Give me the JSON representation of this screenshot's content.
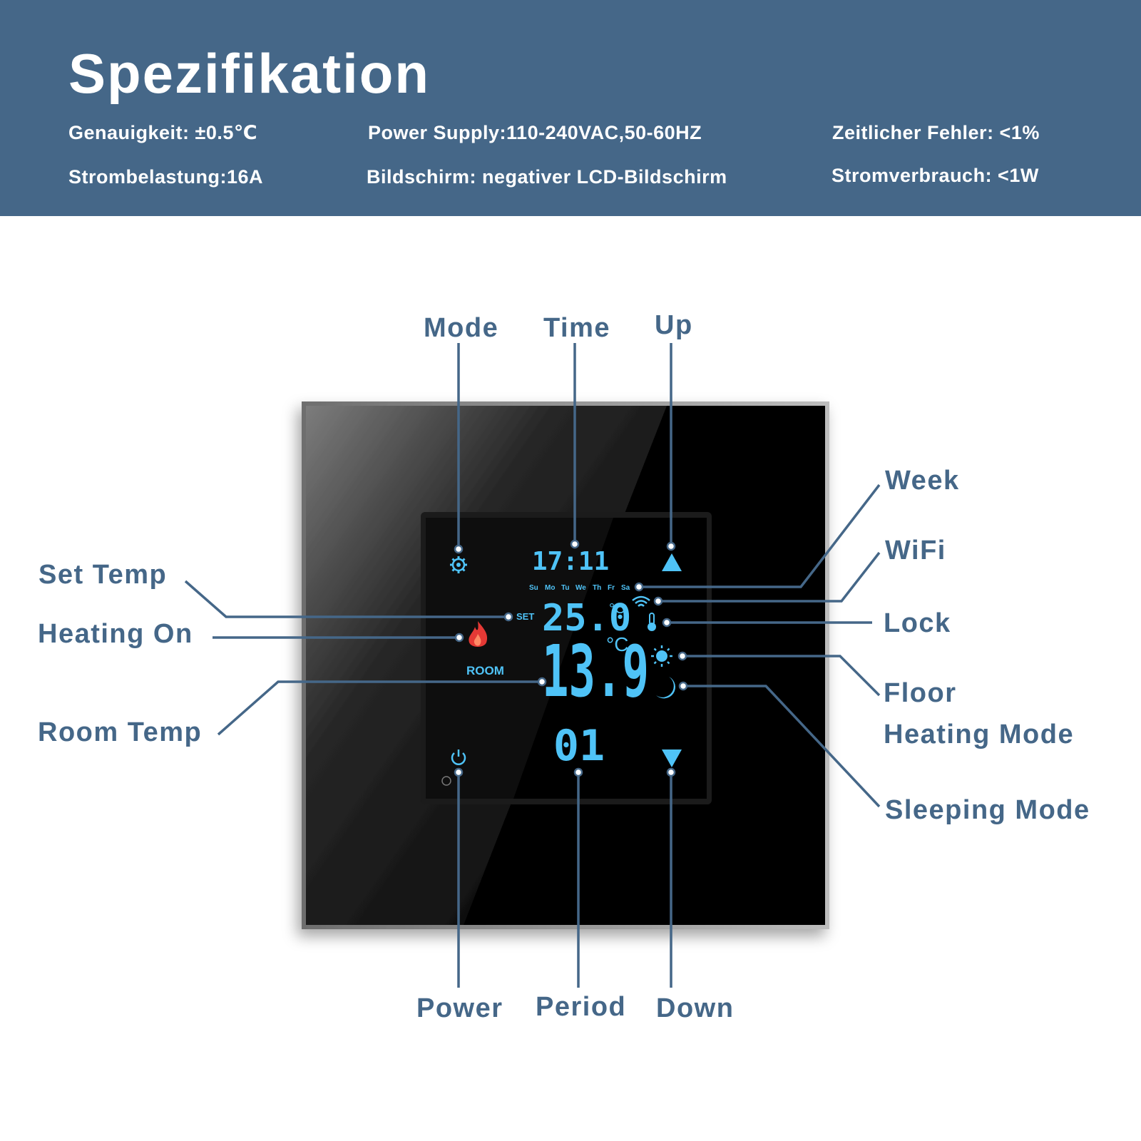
{
  "header": {
    "title": "Spezifikation",
    "specs": {
      "accuracy": "Genauigkeit: ±0.5℃",
      "power_supply": "Power Supply:110-240VAC,50-60HZ",
      "time_error": "Zeitlicher Fehler: <1%",
      "current_load": "Strombelastung:16A",
      "screen": "Bildschirm: negativer LCD-Bildschirm",
      "power_consumption": "Stromverbrauch: <1W"
    }
  },
  "display": {
    "time": "17:11",
    "weekdays": [
      "Su",
      "Mo",
      "Tu",
      "We",
      "Th",
      "Fr",
      "Sa"
    ],
    "set_label": "SET",
    "set_temp": "25.0",
    "set_unit": "°C",
    "room_label": "ROOM",
    "room_temp": "13.9",
    "room_unit": "°C",
    "period": "01"
  },
  "callouts": {
    "mode": "Mode",
    "time": "Time",
    "up": "Up",
    "week": "Week",
    "wifi": "WiFi",
    "lock": "Lock",
    "floor_heating_mode_line1": "Floor",
    "floor_heating_mode_line2": "Heating Mode",
    "sleeping_mode": "Sleeping Mode",
    "set_temp": "Set Temp",
    "heating_on": "Heating On",
    "room_temp": "Room Temp",
    "power": "Power",
    "period": "Period",
    "down": "Down"
  },
  "colors": {
    "banner": "#456788",
    "label": "#456788",
    "lcd_blue": "#4fc3f7",
    "flame": "#e53935",
    "panel": "#000000"
  },
  "icons": [
    "gear-icon",
    "up-arrow-icon",
    "down-arrow-icon",
    "wifi-icon",
    "thermometer-icon",
    "sun-icon",
    "moon-icon",
    "flame-icon",
    "power-icon"
  ]
}
